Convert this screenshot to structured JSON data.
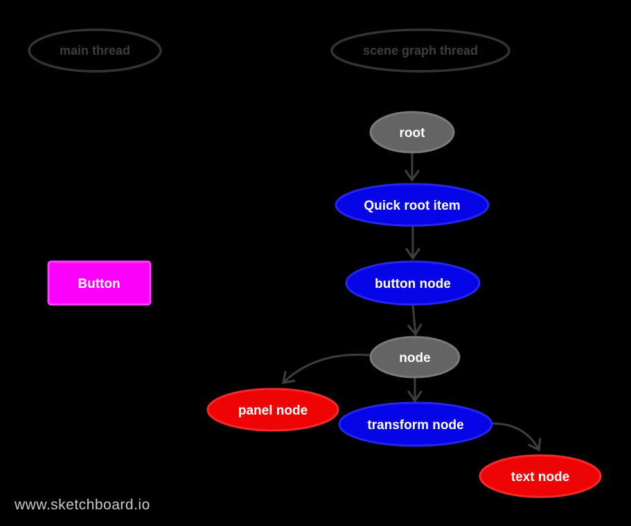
{
  "page": {
    "background": "#000000",
    "watermark": "www.sketchboard.io"
  },
  "colors": {
    "arrow": "#3d3d3d",
    "lane_outline": "#333333",
    "lane_text": "#3d3d3d",
    "node_text": "#ffffff",
    "gray_fill": "#646464",
    "blue_fill": "#0505e6",
    "red_fill": "#ee0404",
    "magenta_fill": "#fb00fb",
    "watermark_text": "#c9c9c9"
  },
  "lanes": {
    "main": {
      "label": "main thread"
    },
    "scene": {
      "label": "scene graph thread"
    }
  },
  "main_thread": {
    "button": {
      "label": "Button"
    }
  },
  "scene_graph": {
    "root": {
      "label": "root",
      "color": "gray"
    },
    "quick_root_item": {
      "label": "Quick root item",
      "color": "blue"
    },
    "button_node": {
      "label": "button node",
      "color": "blue"
    },
    "node": {
      "label": "node",
      "color": "gray"
    },
    "panel_node": {
      "label": "panel node",
      "color": "red"
    },
    "transform_node": {
      "label": "transform node",
      "color": "blue"
    },
    "text_node": {
      "label": "text node",
      "color": "red"
    }
  },
  "edges": [
    {
      "from": "root",
      "to": "quick_root_item"
    },
    {
      "from": "quick_root_item",
      "to": "button_node"
    },
    {
      "from": "button_node",
      "to": "node"
    },
    {
      "from": "node",
      "to": "panel_node"
    },
    {
      "from": "node",
      "to": "transform_node"
    },
    {
      "from": "transform_node",
      "to": "text_node"
    }
  ]
}
